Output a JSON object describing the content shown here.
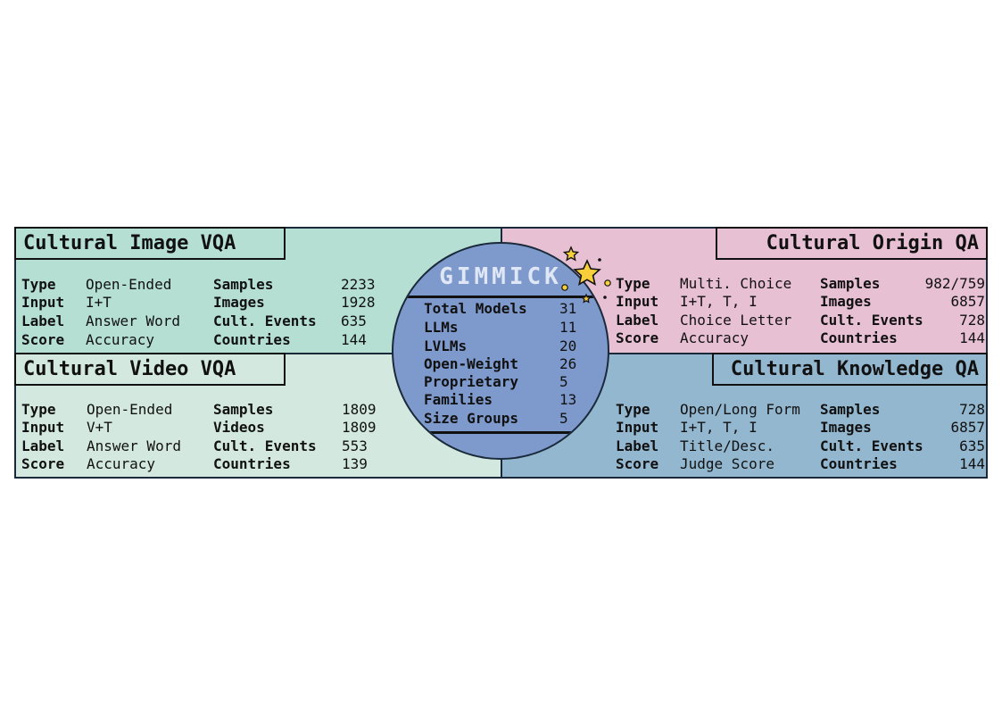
{
  "center": {
    "title": "GIMMICK",
    "rows": [
      {
        "label": "Total Models",
        "value": "31"
      },
      {
        "label": "LLMs",
        "value": "11"
      },
      {
        "label": "LVLMs",
        "value": "20"
      },
      {
        "label": "Open-Weight",
        "value": "26"
      },
      {
        "label": "Proprietary",
        "value": "5"
      },
      {
        "label": "Families",
        "value": "13"
      },
      {
        "label": "Size Groups",
        "value": "5"
      }
    ]
  },
  "panels": {
    "image_vqa": {
      "title": "Cultural Image VQA",
      "color": "#b5dfd3",
      "rows": [
        {
          "k1": "Type",
          "v1": "Open-Ended",
          "k2": "Samples",
          "v2": "2233"
        },
        {
          "k1": "Input",
          "v1": "I+T",
          "k2": "Images",
          "v2": "1928"
        },
        {
          "k1": "Label",
          "v1": "Answer Word",
          "k2": "Cult. Events",
          "v2": "635"
        },
        {
          "k1": "Score",
          "v1": "Accuracy",
          "k2": "Countries",
          "v2": "144"
        }
      ]
    },
    "video_vqa": {
      "title": "Cultural Video VQA",
      "color": "#d3e9df",
      "rows": [
        {
          "k1": "Type",
          "v1": "Open-Ended",
          "k2": "Samples",
          "v2": "1809"
        },
        {
          "k1": "Input",
          "v1": "V+T",
          "k2": "Videos",
          "v2": "1809"
        },
        {
          "k1": "Label",
          "v1": "Answer Word",
          "k2": "Cult. Events",
          "v2": "553"
        },
        {
          "k1": "Score",
          "v1": "Accuracy",
          "k2": "Countries",
          "v2": "139"
        }
      ]
    },
    "origin_qa": {
      "title": "Cultural Origin QA",
      "color": "#e8c0d3",
      "rows": [
        {
          "k1": "Type",
          "v1": "Multi. Choice",
          "k2": "Samples",
          "v2": "982/759"
        },
        {
          "k1": "Input",
          "v1": "I+T, T, I",
          "k2": "Images",
          "v2": "6857"
        },
        {
          "k1": "Label",
          "v1": "Choice Letter",
          "k2": "Cult. Events",
          "v2": "728"
        },
        {
          "k1": "Score",
          "v1": "Accuracy",
          "k2": "Countries",
          "v2": "144"
        }
      ]
    },
    "knowledge_qa": {
      "title": "Cultural Knowledge QA",
      "color": "#93b7cf",
      "rows": [
        {
          "k1": "Type",
          "v1": "Open/Long Form",
          "k2": "Samples",
          "v2": "728"
        },
        {
          "k1": "Input",
          "v1": "I+T, T, I",
          "k2": "Images",
          "v2": "6857"
        },
        {
          "k1": "Label",
          "v1": "Title/Desc.",
          "k2": "Cult. Events",
          "v2": "635"
        },
        {
          "k1": "Score",
          "v1": "Judge Score",
          "k2": "Countries",
          "v2": "144"
        }
      ]
    }
  }
}
